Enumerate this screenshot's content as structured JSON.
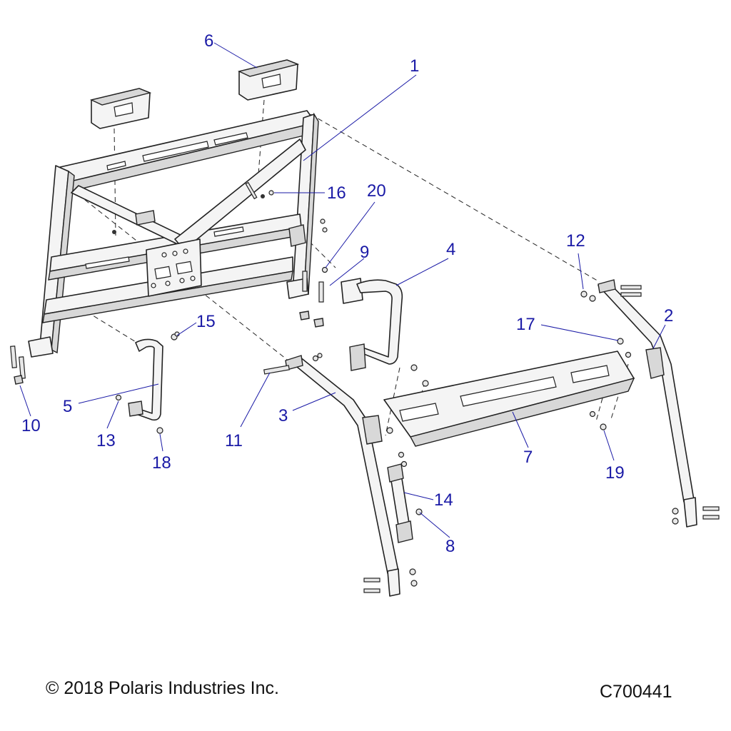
{
  "callouts": [
    "1",
    "2",
    "3",
    "4",
    "5",
    "6",
    "7",
    "8",
    "9",
    "10",
    "11",
    "12",
    "13",
    "14",
    "15",
    "16",
    "17",
    "18",
    "19",
    "20"
  ],
  "footer": {
    "copyright": "© 2018 Polaris Industries Inc.",
    "drawing_number": "C700441"
  },
  "colors": {
    "callout": "#1a1aa6",
    "line": "#222222"
  }
}
